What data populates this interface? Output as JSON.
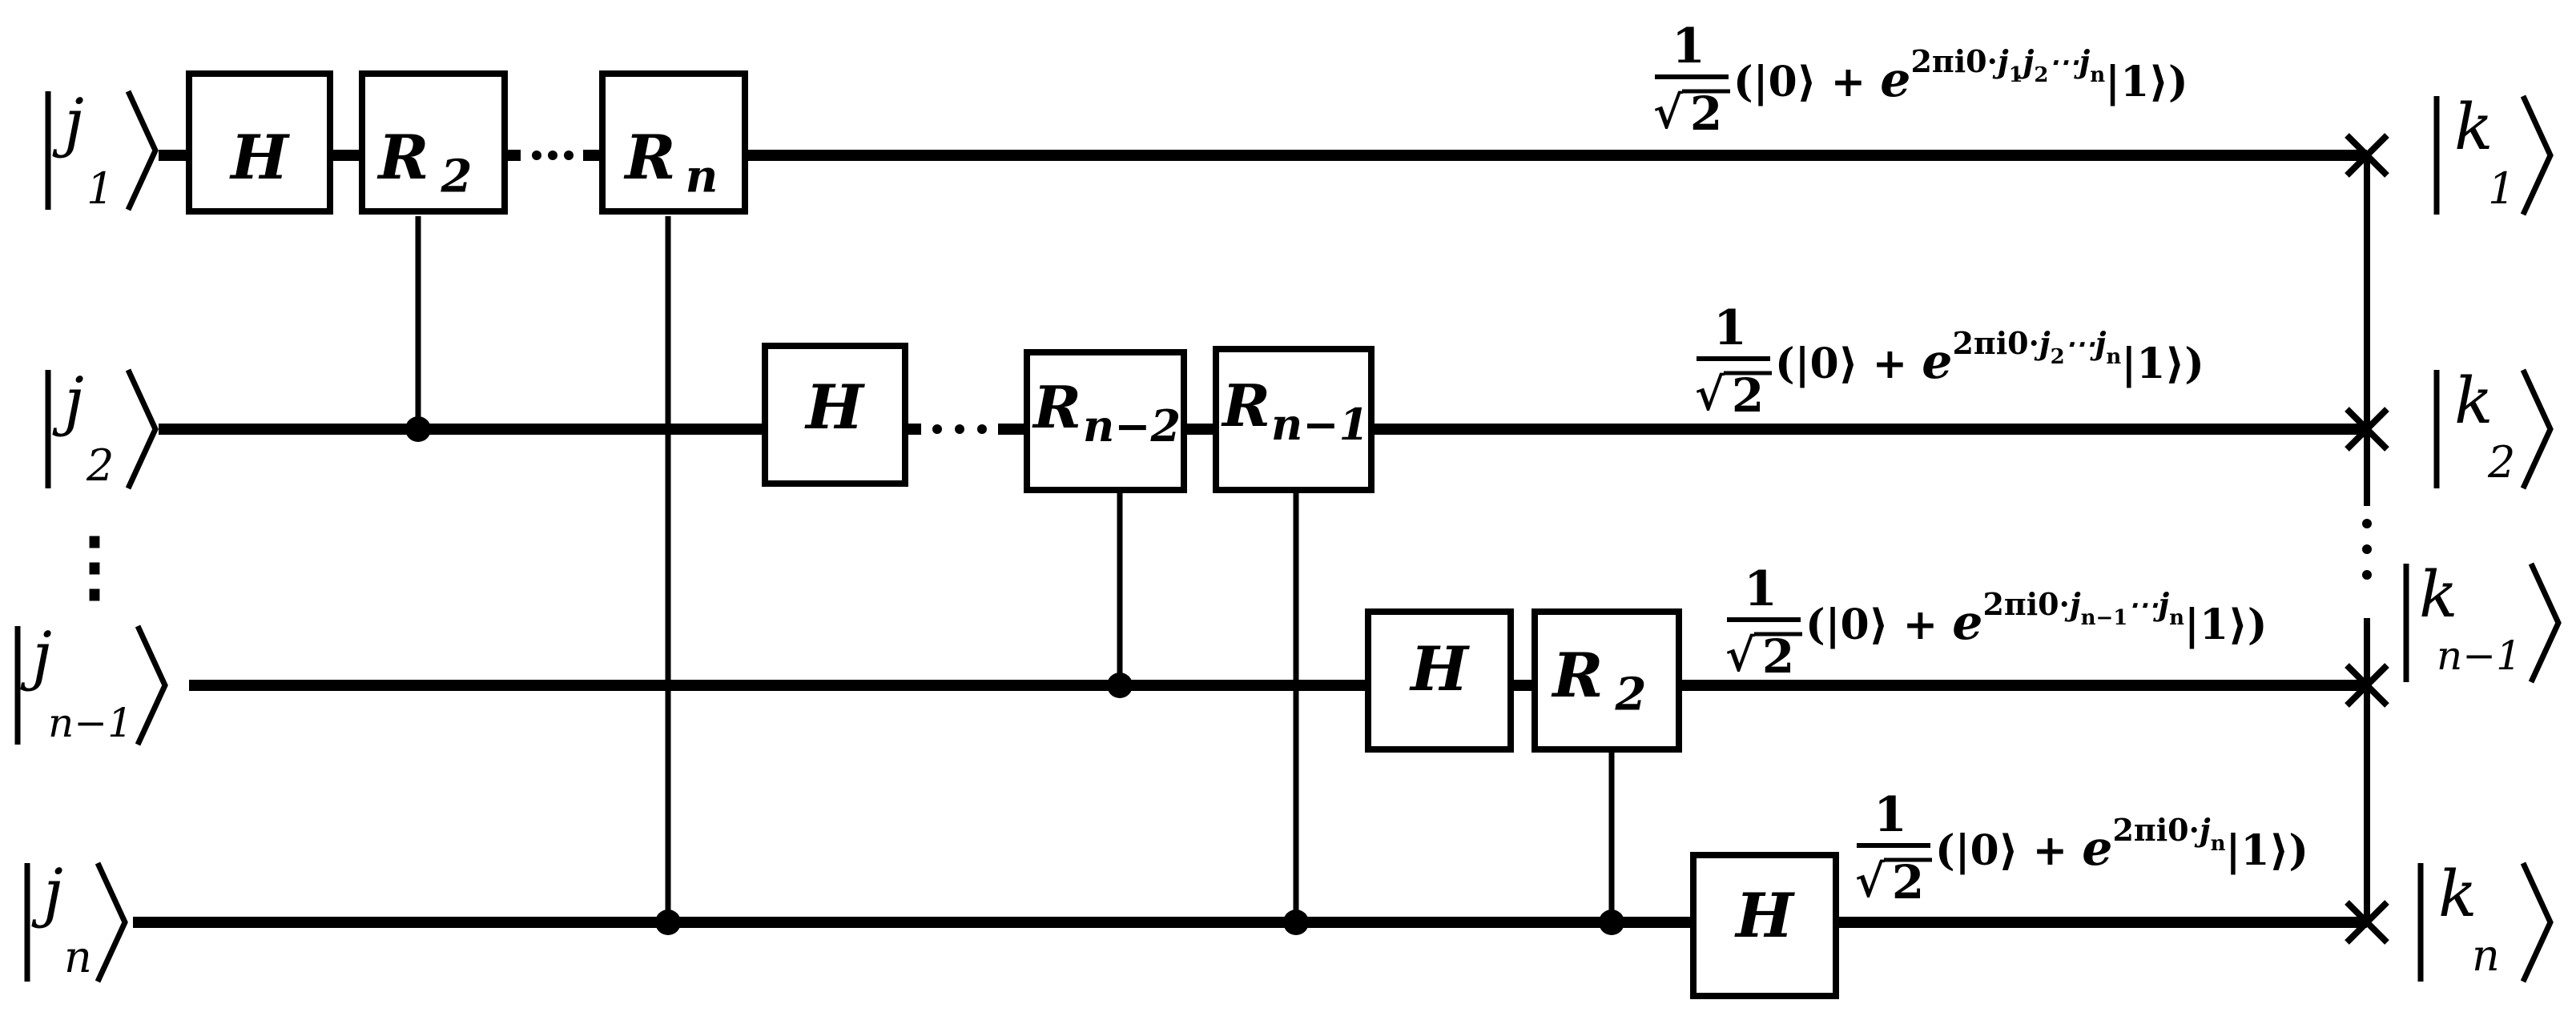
{
  "inputs": {
    "j1": {
      "base": "j",
      "sub": "1"
    },
    "j2": {
      "base": "j",
      "sub": "2"
    },
    "jn1": {
      "base": "j",
      "sub": "n−1"
    },
    "jn": {
      "base": "j",
      "sub": "n"
    },
    "ellipsis": "⋮"
  },
  "outputs": {
    "k1": {
      "base": "k",
      "sub": "1"
    },
    "k2": {
      "base": "k",
      "sub": "2"
    },
    "kn1": {
      "base": "k",
      "sub": "n−1"
    },
    "kn": {
      "base": "k",
      "sub": "n"
    },
    "ellipsis": "⋮"
  },
  "gates": {
    "q1_h": "H",
    "q1_r2": {
      "base": "R",
      "sub": "2"
    },
    "q1_rn": {
      "base": "R",
      "sub": "n"
    },
    "q2_h": "H",
    "q2_rn2": {
      "base": "R",
      "sub": "n−2"
    },
    "q2_rn1": {
      "base": "R",
      "sub": "n−1"
    },
    "q3_h": "H",
    "q3_r2": {
      "base": "R",
      "sub": "2"
    },
    "q4_h": "H",
    "dots": "⋯"
  },
  "states": {
    "common": {
      "frac_num": "1",
      "frac_den": "2",
      "sqrt": "√",
      "open": "(|",
      "zero": "0",
      "ket_close": "⟩",
      "plus": "+",
      "e": "e",
      "exp_prefix": "2πi0·",
      "one": "1",
      "close": "⟩)",
      "bar": "|"
    },
    "s1": {
      "exp": [
        {
          "t": "j",
          "s": "1"
        },
        {
          "t": "j",
          "s": "2"
        },
        {
          "t": "⋯j",
          "s": "n"
        }
      ]
    },
    "s2": {
      "exp": [
        {
          "t": "j",
          "s": "2"
        },
        {
          "t": "⋯j",
          "s": "n"
        }
      ]
    },
    "s3": {
      "exp": [
        {
          "t": "j",
          "s": "n−1"
        },
        {
          "t": "⋯j",
          "s": "n"
        }
      ]
    },
    "s4": {
      "exp": [
        {
          "t": "j",
          "s": "n"
        }
      ]
    }
  }
}
